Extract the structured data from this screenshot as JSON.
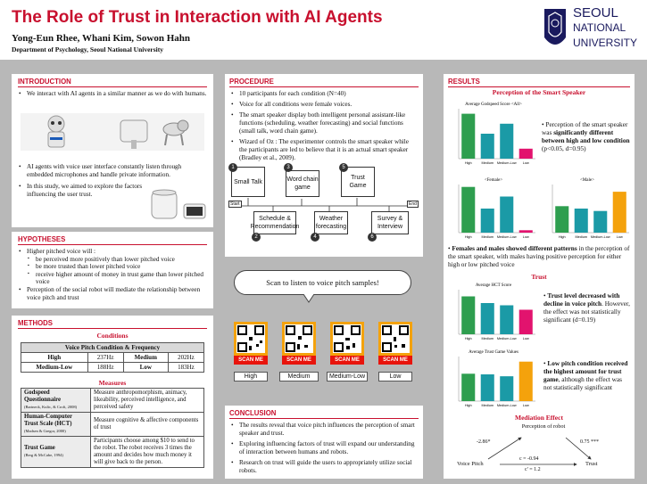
{
  "header": {
    "title": "The Role of Trust in Interaction with AI Agents",
    "authors": "Yong-Eun Rhee, Whani Kim, Sowon Hahn",
    "department": "Department of Psychology, Seoul National University",
    "university_logo": [
      "SEOUL",
      "NATIONAL",
      "UNIVERSITY"
    ]
  },
  "introduction": {
    "heading": "INTRODUCTION",
    "bullets": [
      "We interact with AI agents in a similar manner as we do with humans.",
      "AI agents with voice user interface constantly listen through embedded microphones and handle private information.",
      "In this study, we aimed to explore the factors influencing the user trust."
    ]
  },
  "hypotheses": {
    "heading": "HYPOTHESES",
    "items": [
      {
        "text": "Higher pitched voice will :",
        "level": 0
      },
      {
        "text": "be perceived more positively than lower pitched voice",
        "level": 1
      },
      {
        "text": "be more trusted than lower pitched voice",
        "level": 1
      },
      {
        "text": "receive higher amount of money in trust game than lower pitched voice",
        "level": 1
      },
      {
        "text": "Perception of the social robot will mediate the relationship between  voice pitch and trust",
        "level": 0
      }
    ]
  },
  "methods": {
    "heading": "METHODS",
    "conditions_title": "Conditions",
    "pitch_table": {
      "header": "Voice Pitch Condition & Frequency",
      "rows": [
        [
          "High",
          "237Hz",
          "Medium",
          "202Hz"
        ],
        [
          "Medium-Low",
          "188Hz",
          "Low",
          "183Hz"
        ]
      ]
    },
    "measures_title": "Measures",
    "measures": [
      {
        "name": "Godspeed Questionnaire",
        "ref": "(Bartneck, Kulic, & Croft, 2008)",
        "desc": "Measure anthropomorphism, animacy, likeability, perceived intelligence, and perceived safety"
      },
      {
        "name": "Human-Computer Trust Scale (HCT)",
        "ref": "(Madsen & Gregor, 2000)",
        "desc": "Measure cognitive & affective components of trust"
      },
      {
        "name": "Trust Game",
        "ref": "(Berg & McCabe, 1994)",
        "desc": "Participants choose among $10 to send to the robot. The robot receives 3 times the amount and decides how much money it will give back to the person."
      }
    ]
  },
  "procedure": {
    "heading": "PROCEDURE",
    "bullets": [
      "10 participants for each condition (N=40)",
      "Voice for all conditions were female voices.",
      "The smart speaker display both  intelligent personal assistant-like functions (scheduling, weather forecasting) and social functions (small talk, word chain game).",
      "Wizard of Oz : The experimenter controls the smart speaker while the participants are led to believe that it is an actual smart speaker (Bradley et al., 2009)."
    ],
    "flow": {
      "start": "Start",
      "end": "End",
      "steps": [
        {
          "n": "1",
          "label": "Small Talk"
        },
        {
          "n": "2",
          "label": "Schedule & Recommendation"
        },
        {
          "n": "3",
          "label": "Word chain game"
        },
        {
          "n": "4",
          "label": "Weather forecasting"
        },
        {
          "n": "5",
          "label": "Trust Game"
        },
        {
          "n": "6",
          "label": "Survey & Interview"
        }
      ]
    }
  },
  "samples": {
    "callout": "Scan to listen to voice pitch samples!",
    "scan_label": "SCAN ME",
    "labels": [
      "High",
      "Medium",
      "Medium-Low",
      "Low"
    ]
  },
  "conclusion": {
    "heading": "CONCLUSION",
    "bullets": [
      "The results reveal that voice pitch influences the perception of smart speaker and trust.",
      "Exploring influencing factors of trust will expand our understanding of interaction between humans and robots.",
      "Research on trust will guide the users to appropriately utilize social robots."
    ]
  },
  "results": {
    "heading": "RESULTS",
    "perception_title": "Perception of the Smart Speaker",
    "perception_text": [
      "Perception of the smart speaker was ",
      "significantly different between high and low condition",
      " (p<0.05, d=0.95)"
    ],
    "gender_text": [
      "Females and males showed different patterns",
      " in the perception of the smart speaker, with males having positive perception for either high or low pitched voice"
    ],
    "trust_title": "Trust",
    "hct_text": [
      "Trust level decreased with decline in voice pitch",
      ". However, the effect was not statistically significant (d=0.19)"
    ],
    "game_text": [
      "Low pitch condition received the highest amount for trust game",
      ", although the effect was not statistically significant"
    ],
    "mediation_title": "Mediation Effect",
    "mediation": {
      "mediator": "Perception of robot",
      "x": "Voice Pitch",
      "y": "Trust",
      "a": "-2.86*",
      "b": "0.75 ***",
      "c": "c = -0.94",
      "c_prime": "c' = 1.2"
    }
  },
  "chart_data": [
    {
      "type": "bar",
      "title": "Average Godspeed Score <All>",
      "categories": [
        "High",
        "Medium",
        "Medium-Low",
        "Low"
      ],
      "values": [
        3.8,
        3.0,
        3.4,
        2.4
      ],
      "ylim": [
        2,
        4
      ]
    },
    {
      "type": "bar",
      "title": "<Female>",
      "categories": [
        "High",
        "Medium",
        "Medium-Low",
        "Low"
      ],
      "values": [
        3.9,
        3.0,
        3.5,
        2.1
      ],
      "ylim": [
        2,
        4
      ]
    },
    {
      "type": "bar",
      "title": "<Male>",
      "categories": [
        "High",
        "Medium",
        "Medium-Low",
        "Low"
      ],
      "values": [
        3.1,
        3.0,
        2.9,
        3.7
      ],
      "ylim": [
        2,
        4
      ]
    },
    {
      "type": "bar",
      "title": "Average HCT Score",
      "categories": [
        "High",
        "Medium",
        "Medium-Low",
        "Low"
      ],
      "values": [
        3.7,
        3.4,
        3.3,
        3.1
      ],
      "ylim": [
        2,
        4
      ]
    },
    {
      "type": "bar",
      "title": "Average Trust Game Values",
      "categories": [
        "High",
        "Medium",
        "Medium-Low",
        "Low"
      ],
      "values": [
        4.3,
        4.2,
        3.9,
        6.2
      ],
      "ylim": [
        0,
        7
      ]
    }
  ],
  "colors": {
    "accent": "#c8102e",
    "bar": "#1b9aa6",
    "bar_high": "#2e9e4f",
    "bar_low": "#e2136e",
    "bar_low_alt": "#f4a20c",
    "panel_bg": "#b8b8b8",
    "qr_frame": "#f4a20c",
    "scan_red": "#e8140c"
  }
}
